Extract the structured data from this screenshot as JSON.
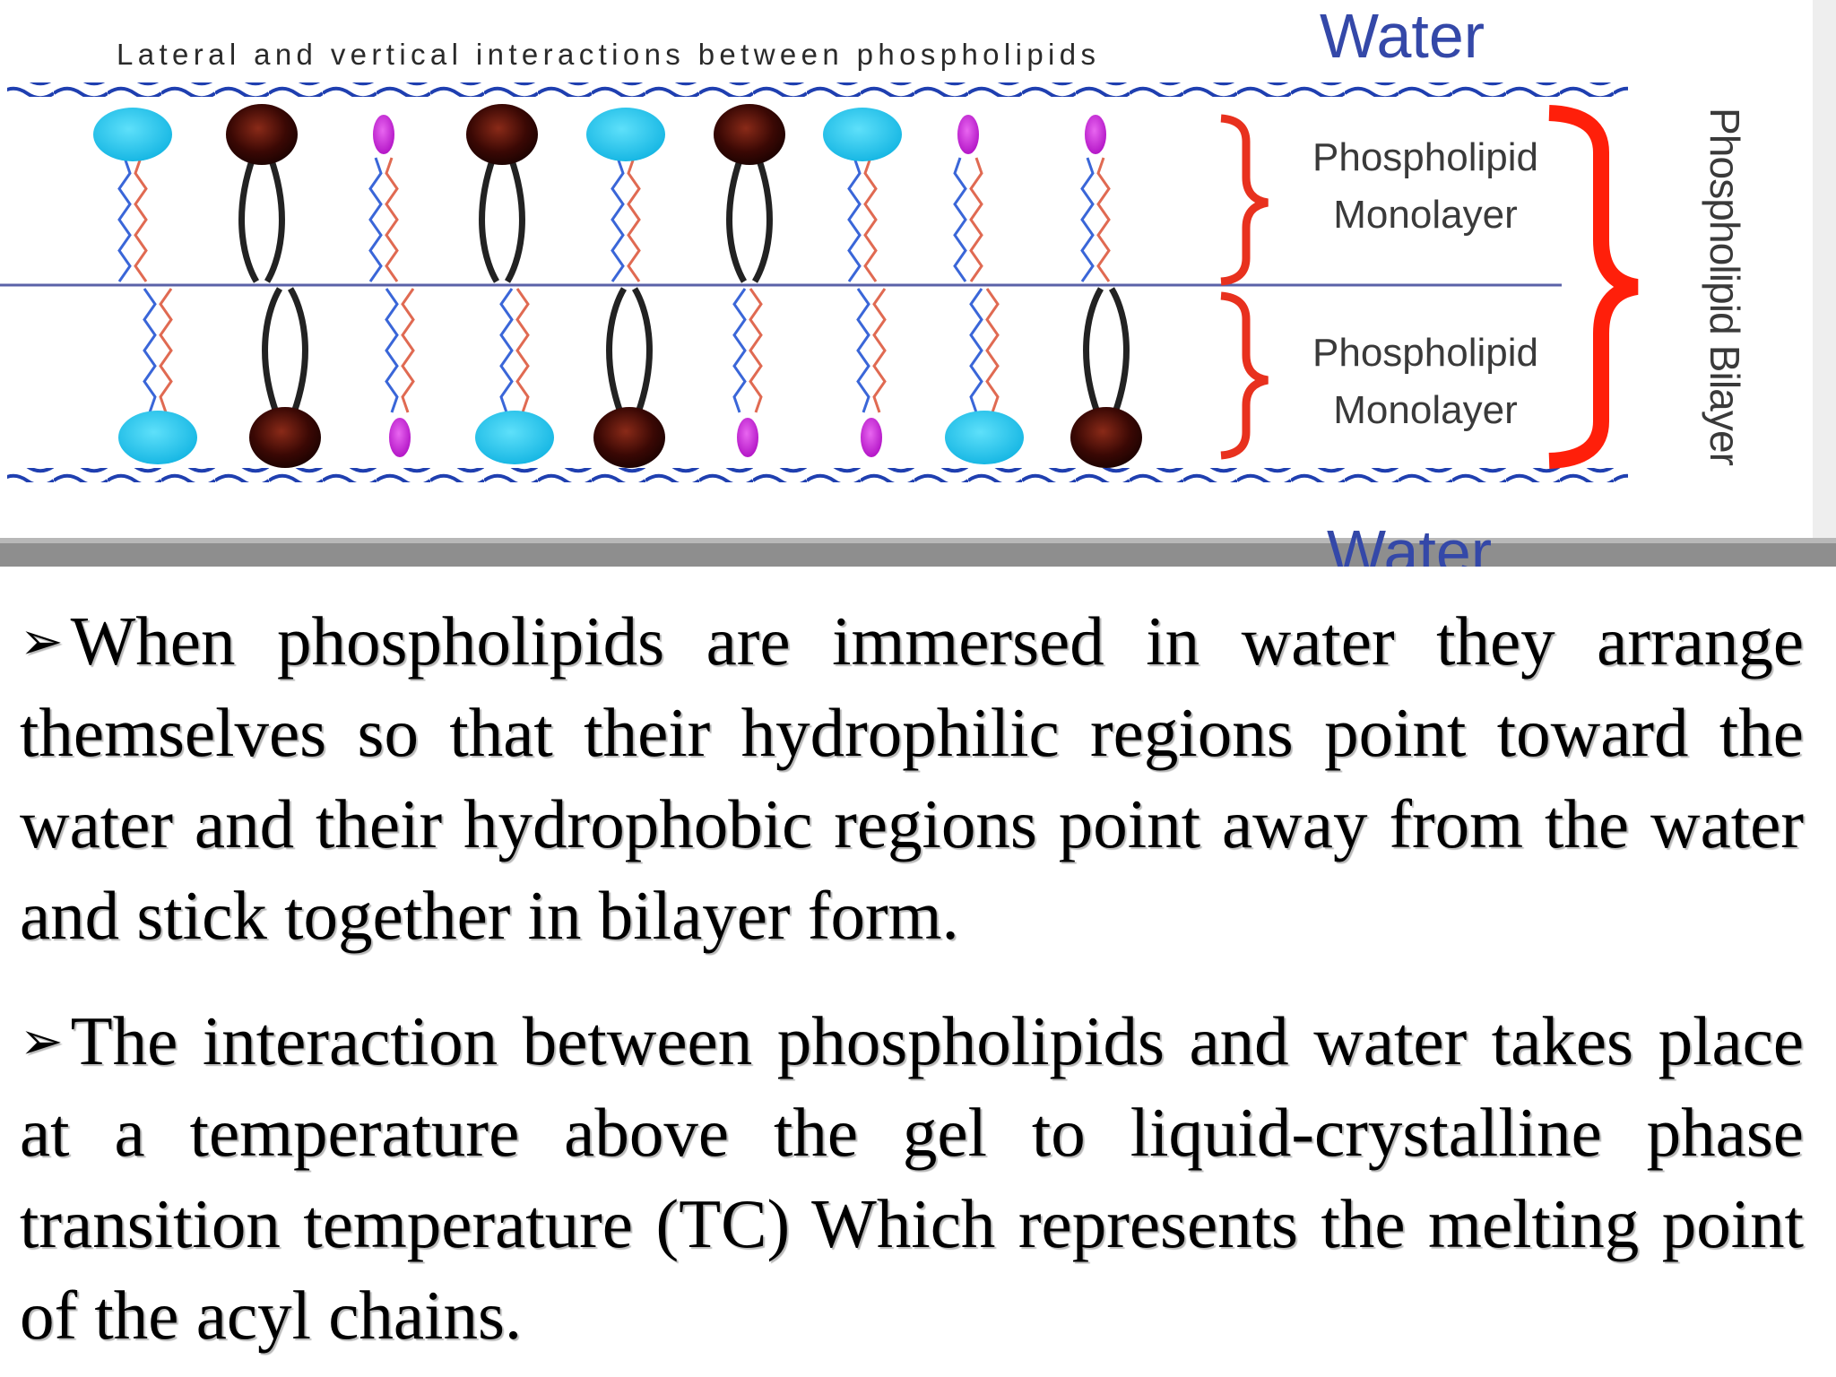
{
  "diagram": {
    "caption": "Lateral and vertical interactions between phospholipids",
    "water_top": "Water",
    "water_bottom": "Water",
    "monolayer_top": [
      "Phospholipid",
      "Monolayer"
    ],
    "monolayer_bottom": [
      "Phospholipid",
      "Monolayer"
    ],
    "bilayer": "Phospholipid Bilayer",
    "colors": {
      "water_line": "#1f3fb0",
      "brace": "#e8311e",
      "head_cyan": "#22c8ee",
      "head_dark": "#5a0f08",
      "head_magenta": "#c21fd2",
      "title_blue": "#3448a8"
    }
  },
  "paragraphs": [
    {
      "bullet_icon": "arrow-bullet-icon",
      "text": "When phospholipids are immersed in water they arrange themselves so that their hydrophilic regions point toward the water and their hydrophobic regions point away from the water and stick together in bilayer form."
    },
    {
      "bullet_icon": "arrow-bullet-icon",
      "text": "The interaction between phospholipids and water takes place at a temperature above the gel to liquid-crystalline phase transition temperature (TC) Which represents the melting point of the acyl chains."
    }
  ]
}
